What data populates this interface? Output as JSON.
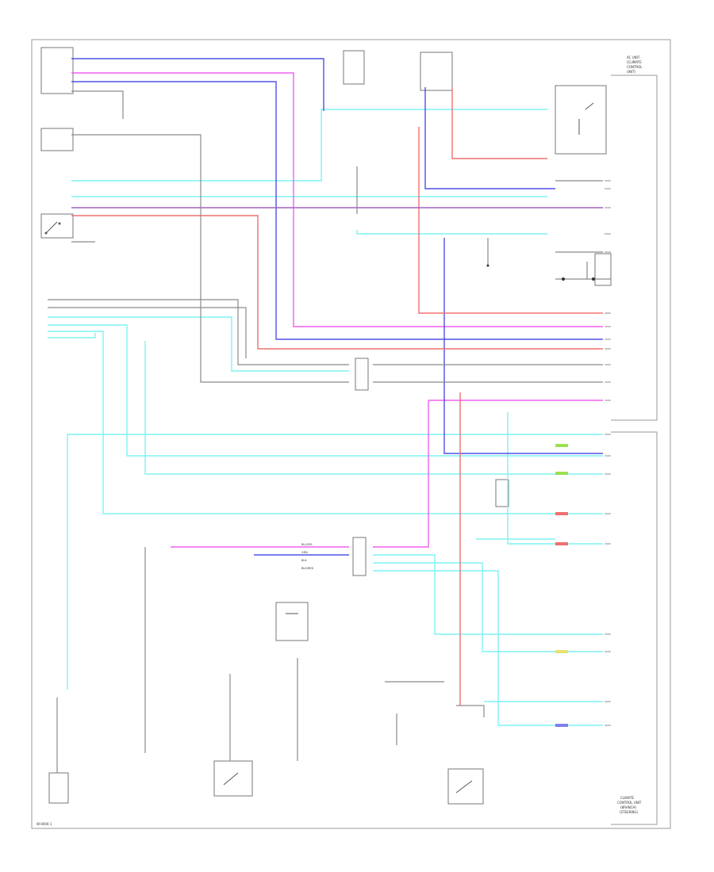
{
  "diagram": {
    "page_code": "W-0000-1",
    "colors": {
      "cyan": "#7ff3f3",
      "blue": "#5050e8",
      "magenta": "#f060f0",
      "red": "#f07070",
      "gray": "#8a8a8a",
      "green": "#9be050",
      "yellow": "#e8e070",
      "frame": "#9a9a9a"
    },
    "right_header_lines": [
      "AC UNIT",
      "(CLIMATE",
      "CONTROL",
      "UNIT)"
    ],
    "bottom_right_lines": [
      "CLIMATE",
      "CONTROL UNIT",
      "(BRANCH)",
      "(STEERING)"
    ],
    "connector_labels": [
      "BLU/YEL",
      "GRN",
      "BLK",
      "BLK/RED"
    ]
  }
}
